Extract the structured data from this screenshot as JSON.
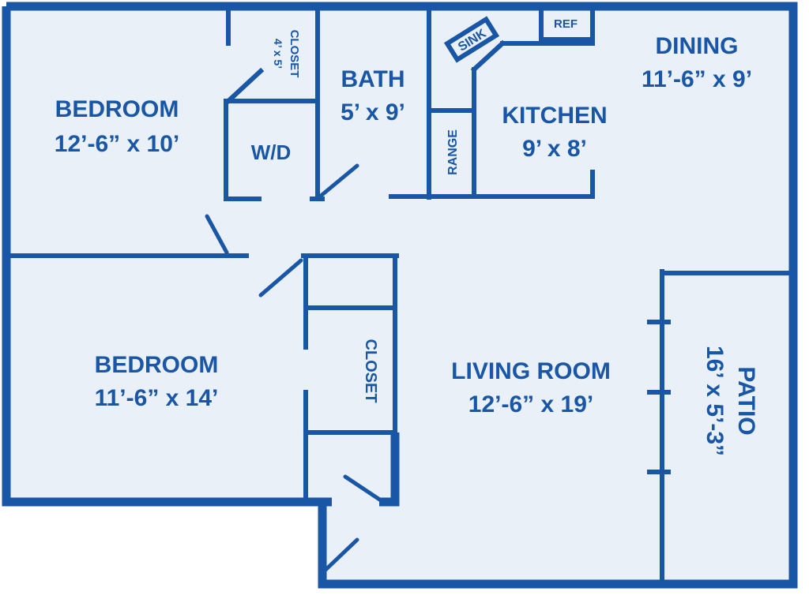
{
  "colors": {
    "wall": "#1a56a6",
    "floor": "#eaf0f8",
    "background": "#ffffff"
  },
  "rooms": {
    "bedroom1": {
      "name": "BEDROOM",
      "size": "12’-6” x 10’"
    },
    "bedroom2": {
      "name": "BEDROOM",
      "size": "11’-6” x 14’"
    },
    "bath": {
      "name": "BATH",
      "size": "5’ x 9’"
    },
    "kitchen": {
      "name": "KITCHEN",
      "size": "9’ x 8’"
    },
    "dining": {
      "name": "DINING",
      "size": "11’-6” x 9’"
    },
    "living": {
      "name": "LIVING ROOM",
      "size": "12’-6” x 19’"
    },
    "patio": {
      "name": "PATIO",
      "size": "16’ x 5’-3”"
    }
  },
  "fixtures": {
    "closet_small": {
      "name": "CLOSET",
      "size": "4’ x 5’"
    },
    "closet_large": {
      "name": "CLOSET"
    },
    "washer_dryer": "W/D",
    "sink": "SINK",
    "ref": "REF",
    "range": "RANGE"
  }
}
